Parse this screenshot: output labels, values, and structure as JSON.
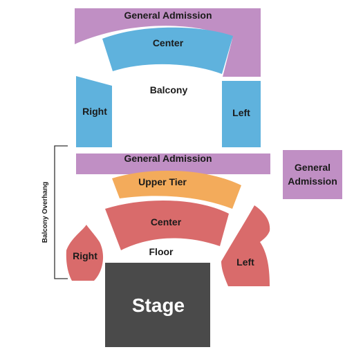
{
  "sections": {
    "balcony_ga": "General Admission",
    "balcony_center": "Center",
    "balcony_right": "Right",
    "balcony_left": "Left",
    "floor_ga": "General Admission",
    "side_ga_line1": "General",
    "side_ga_line2": "Admission",
    "upper_tier": "Upper Tier",
    "floor_center": "Center",
    "floor_right": "Right",
    "floor_left": "Left"
  },
  "areas": {
    "balcony": "Balcony",
    "floor": "Floor",
    "stage": "Stage",
    "balcony_overhang": "Balcony Overhang"
  },
  "colors": {
    "general_admission": "#c08fc4",
    "balcony": "#5fb2dd",
    "upper_tier": "#f3ab5b",
    "floor": "#d96b6b",
    "stage": "#4a4a4a",
    "bracket": "#333333"
  }
}
